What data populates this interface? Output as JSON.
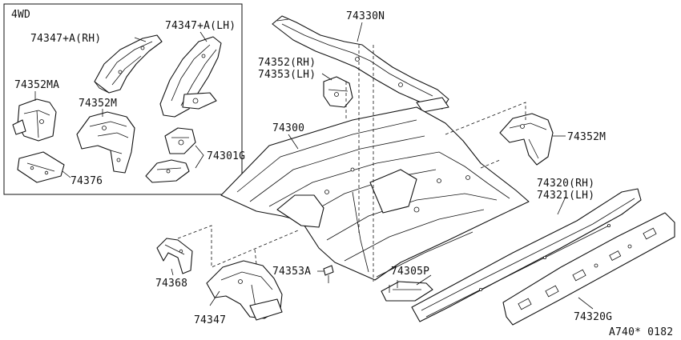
{
  "inset": {
    "title": "4WD"
  },
  "labels": {
    "p74347a_rh": "74347+A(RH)",
    "p74347a_lh": "74347+A(LH)",
    "p74352ma": "74352MA",
    "p74352m_inset": "74352M",
    "p74301g": "74301G",
    "p74376": "74376",
    "p74330n": "74330N",
    "p74352rh": "74352(RH)",
    "p74353lh": "74353(LH)",
    "p74300": "74300",
    "p74352m_right": "74352M",
    "p74320rh": "74320(RH)",
    "p74321lh": "74321(LH)",
    "p74368": "74368",
    "p74347": "74347",
    "p74353a": "74353A",
    "p74305p": "74305P",
    "p74320g": "74320G"
  },
  "footer": {
    "code": "A740* 0182"
  }
}
